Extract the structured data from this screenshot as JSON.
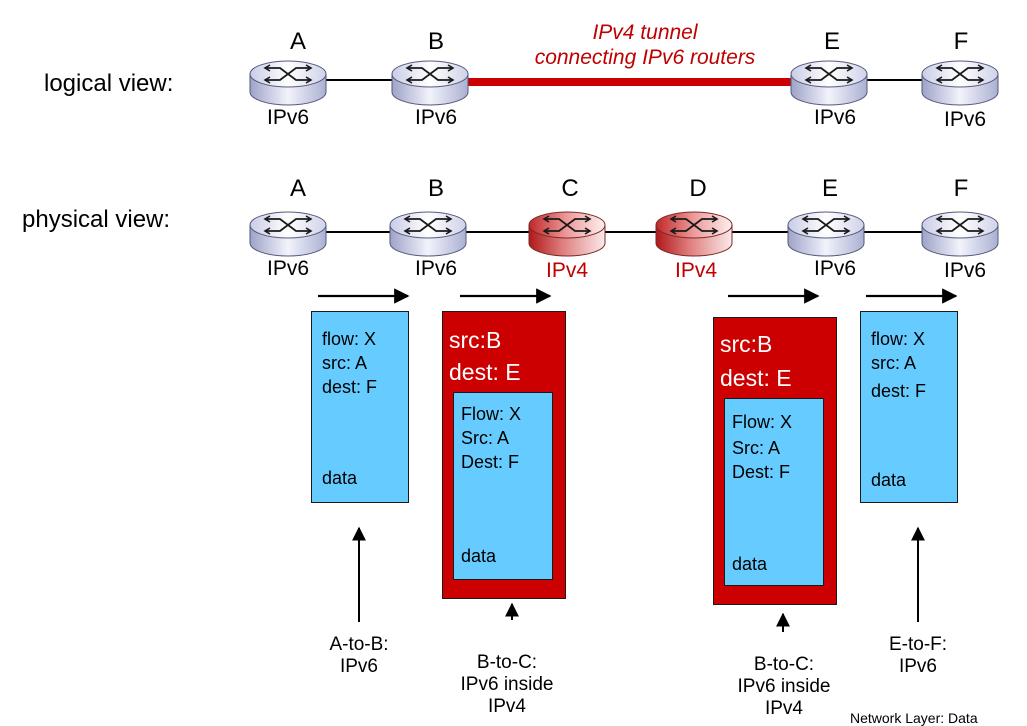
{
  "colors": {
    "tunnel": "#cc0000",
    "ipv4_label": "#c00000",
    "packet_inner": "#66ccff",
    "packet_outer": "#cc0000"
  },
  "tunnel_label": {
    "line1": "IPv4 tunnel",
    "line2": "connecting IPv6 routers"
  },
  "logical_view": {
    "label": "logical view:",
    "routers": [
      {
        "name": "A",
        "proto": "IPv6"
      },
      {
        "name": "B",
        "proto": "IPv6"
      },
      {
        "name": "E",
        "proto": "IPv6"
      },
      {
        "name": "F",
        "proto": "IPv6"
      }
    ]
  },
  "physical_view": {
    "label": "physical view:",
    "routers": [
      {
        "name": "A",
        "proto": "IPv6"
      },
      {
        "name": "B",
        "proto": "IPv6"
      },
      {
        "name": "C",
        "proto": "IPv4"
      },
      {
        "name": "D",
        "proto": "IPv4"
      },
      {
        "name": "E",
        "proto": "IPv6"
      },
      {
        "name": "F",
        "proto": "IPv6"
      }
    ]
  },
  "packets": {
    "ab": {
      "flow": "flow: X",
      "src": "src: A",
      "dest": "dest: F",
      "data": "data"
    },
    "bc": {
      "outer_src": "src:B",
      "outer_dest": "dest: E",
      "flow": "Flow: X",
      "src": "Src: A",
      "dest": "Dest: F",
      "data": "data"
    },
    "de": {
      "outer_src": "src:B",
      "outer_dest": "dest: E",
      "flow": "Flow: X",
      "src": "Src: A",
      "dest": "Dest: F",
      "data": "data"
    },
    "ef": {
      "flow": "flow: X",
      "src": "src: A",
      "dest": "dest: F",
      "data": "data"
    }
  },
  "captions": {
    "ab": {
      "line1": "A-to-B:",
      "line2": "IPv6"
    },
    "bc": {
      "line1": "B-to-C:",
      "line2": "IPv6 inside",
      "line3": "IPv4"
    },
    "de": {
      "line1": "B-to-C:",
      "line2": "IPv6 inside",
      "line3": "IPv4"
    },
    "ef": {
      "line1": "E-to-F:",
      "line2": "IPv6"
    }
  },
  "footer": "Network Layer: Data"
}
